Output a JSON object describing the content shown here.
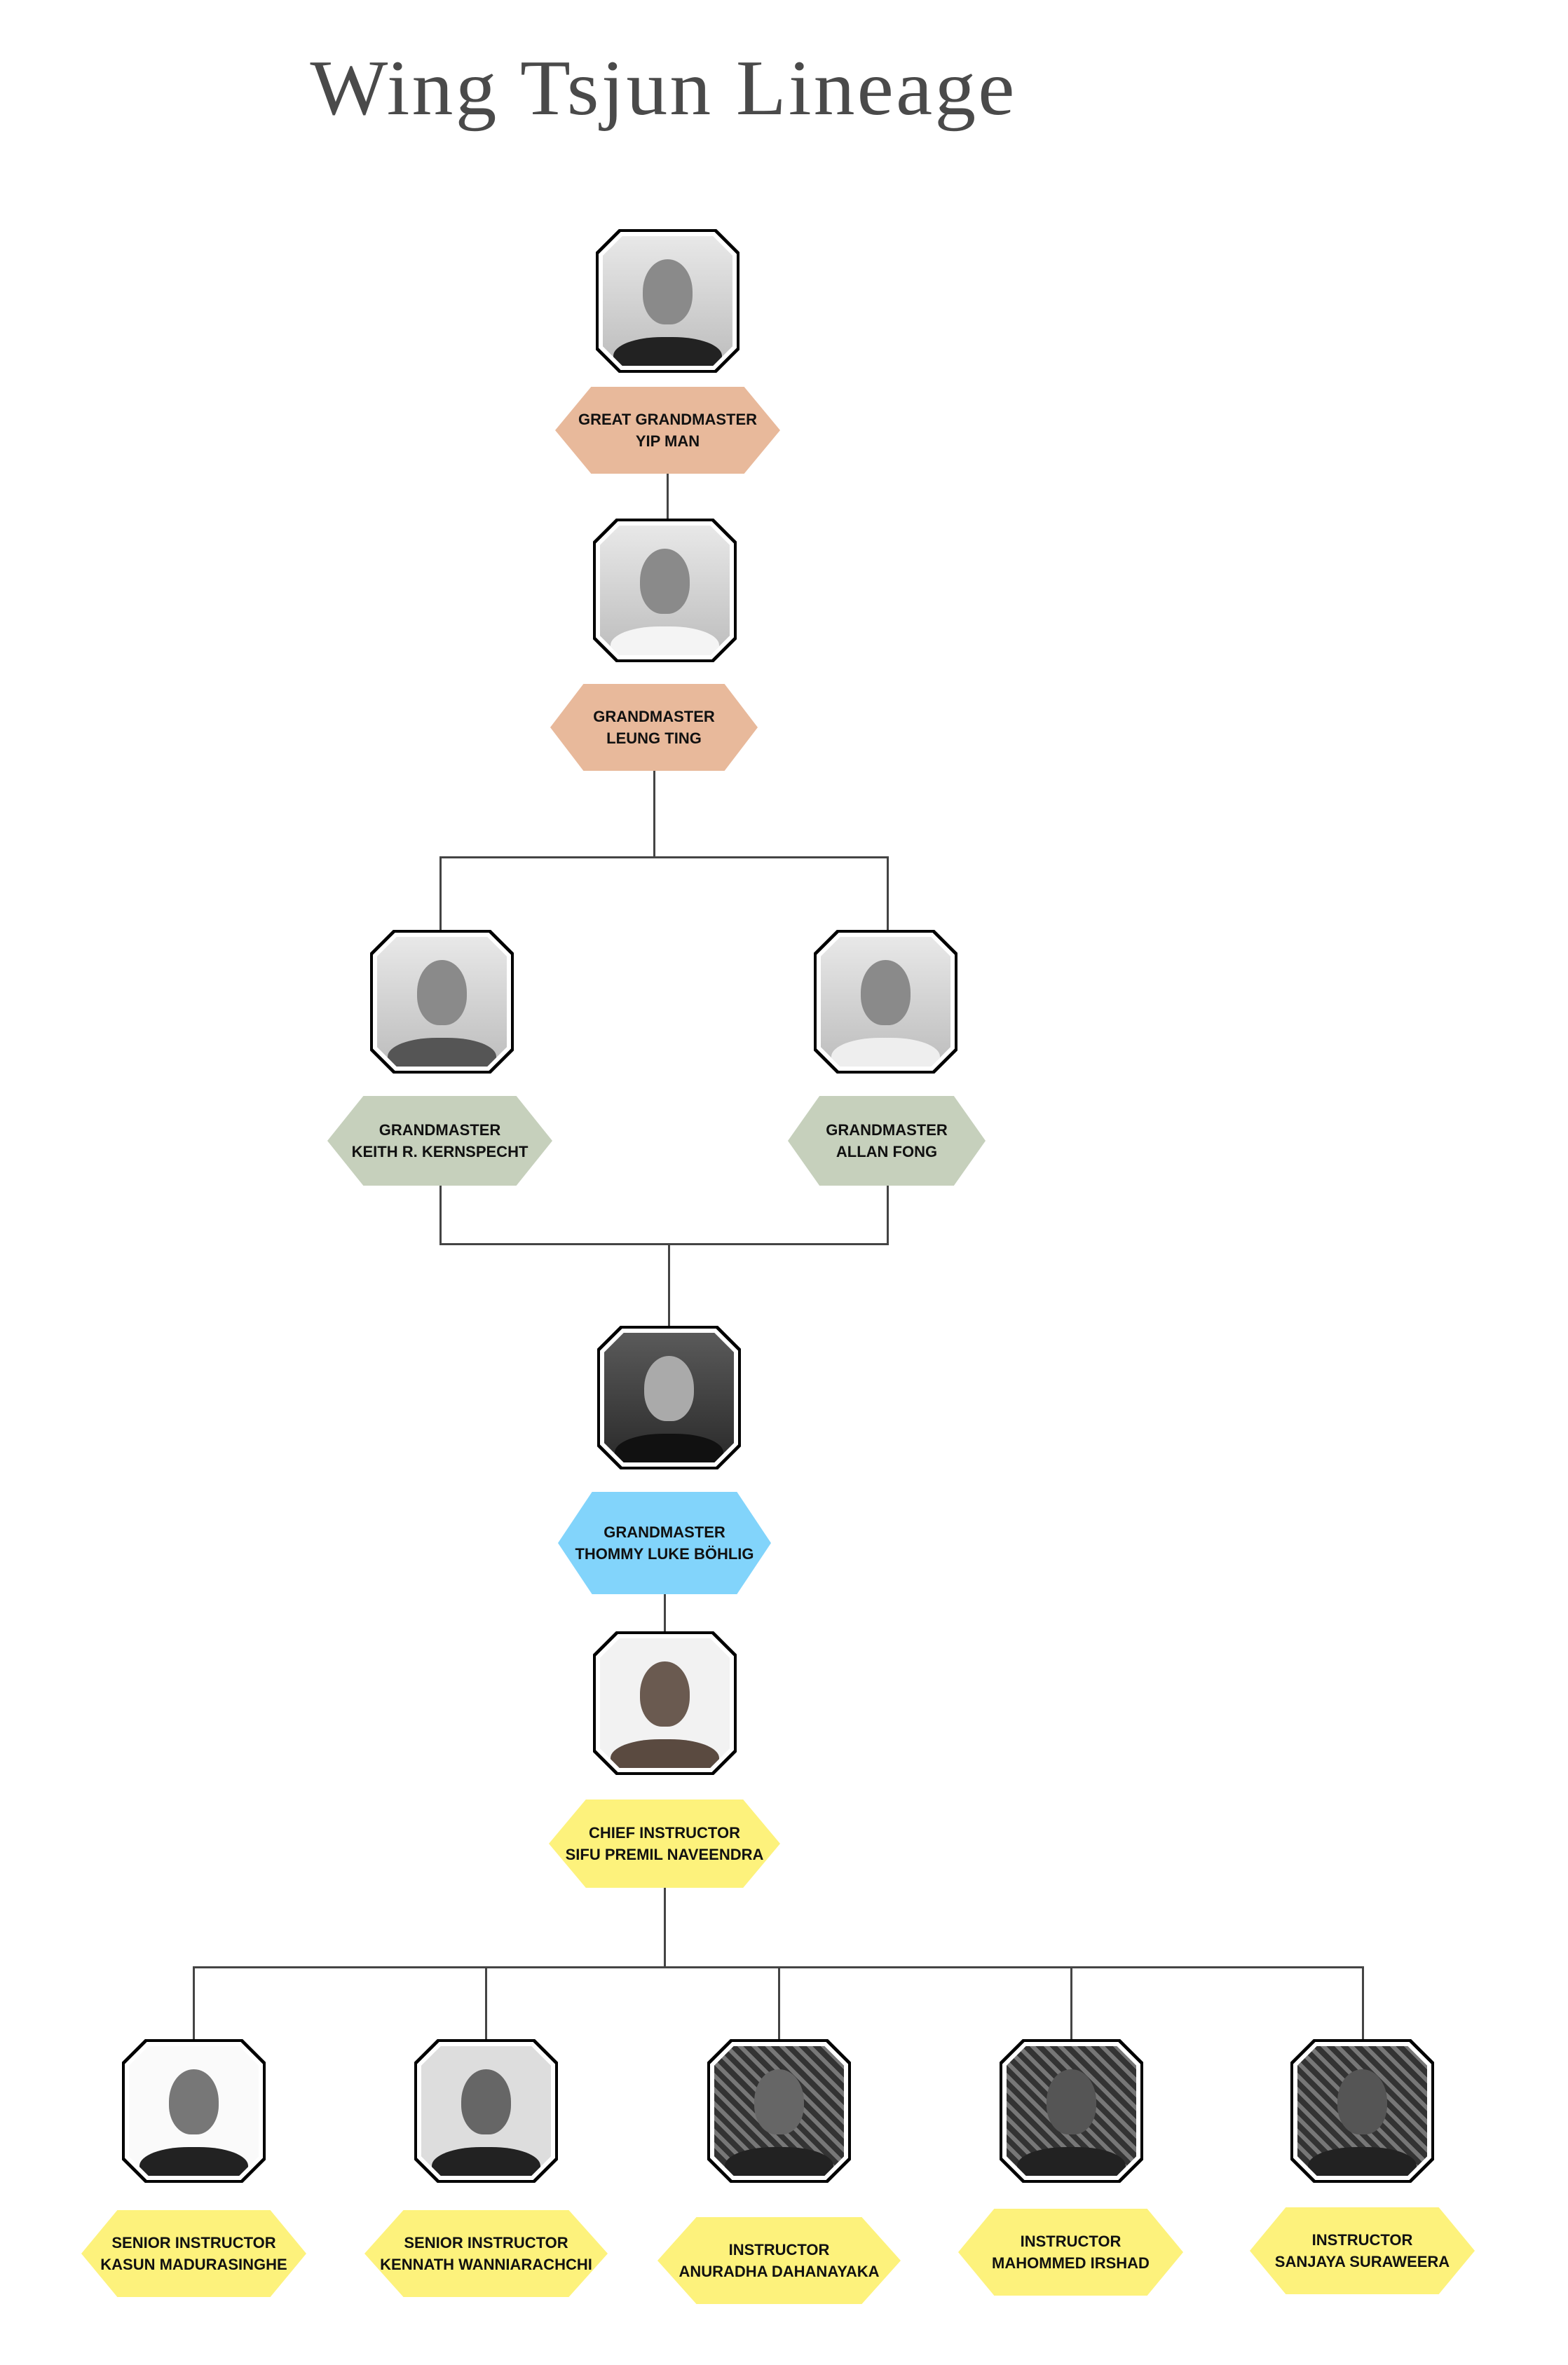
{
  "title": "Wing Tsjun Lineage",
  "colors": {
    "great": "#e8b99b",
    "grand2": "#c6d0bc",
    "bohlig": "#82d4fb",
    "instructor": "#fdf27c",
    "line": "#444444"
  },
  "nodes": {
    "yip_man": {
      "rank": "GREAT GRANDMASTER",
      "name": "YIP MAN"
    },
    "leung_ting": {
      "rank": "GRANDMASTER",
      "name": "LEUNG TING"
    },
    "kernspecht": {
      "rank": "GRANDMASTER",
      "name": "KEITH R. KERNSPECHT"
    },
    "allan_fong": {
      "rank": "GRANDMASTER",
      "name": "ALLAN FONG"
    },
    "bohlig": {
      "rank": "GRANDMASTER",
      "name": "THOMMY LUKE BÖHLIG"
    },
    "premil": {
      "rank": "CHIEF INSTRUCTOR",
      "name": "SIFU PREMIL NAVEENDRA"
    }
  },
  "instructors": [
    {
      "rank": "SENIOR INSTRUCTOR",
      "name": "KASUN MADURASINGHE"
    },
    {
      "rank": "SENIOR INSTRUCTOR",
      "name": "KENNATH WANNIARACHCHI"
    },
    {
      "rank": "INSTRUCTOR",
      "name": "ANURADHA DAHANAYAKA"
    },
    {
      "rank": "INSTRUCTOR",
      "name": "MAHOMMED IRSHAD"
    },
    {
      "rank": "INSTRUCTOR",
      "name": "SANJAYA SURAWEERA"
    }
  ]
}
